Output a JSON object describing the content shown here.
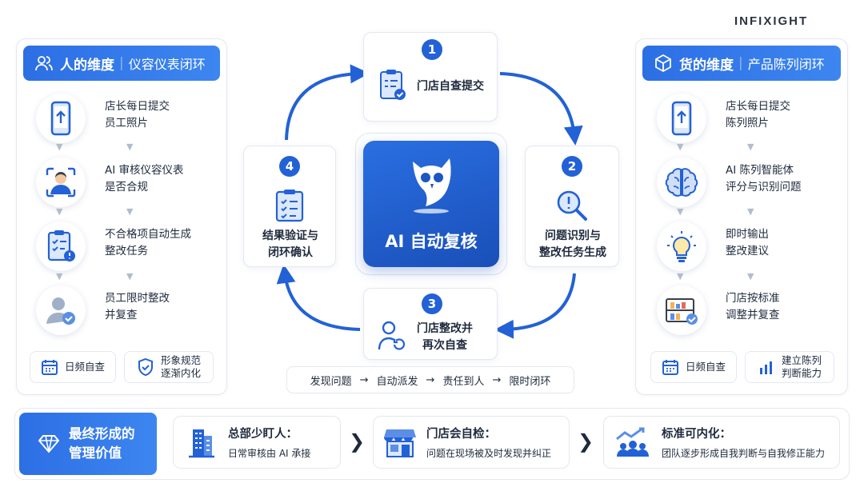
{
  "brand": "INFIXIGHT",
  "left_panel": {
    "title": "人的维度",
    "subtitle": "仪容仪表闭环",
    "steps": [
      {
        "line1": "店长每日提交",
        "line2": "员工照片"
      },
      {
        "line1": "AI 审核仪容仪表",
        "line2": "是否合规"
      },
      {
        "line1": "不合格项自动生成",
        "line2": "整改任务"
      },
      {
        "line1": "员工限时整改",
        "line2": "并复查"
      }
    ],
    "badges": [
      {
        "line1": "日频自查",
        "line2": ""
      },
      {
        "line1": "形象规范",
        "line2": "逐渐内化"
      }
    ]
  },
  "right_panel": {
    "title": "货的维度",
    "subtitle": "产品陈列闭环",
    "steps": [
      {
        "line1": "店长每日提交",
        "line2": "陈列照片"
      },
      {
        "line1": "AI 陈列智能体",
        "line2": "评分与识别问题"
      },
      {
        "line1": "即时输出",
        "line2": "整改建议"
      },
      {
        "line1": "门店按标准",
        "line2": "调整并复查"
      }
    ],
    "badges": [
      {
        "line1": "日频自查",
        "line2": ""
      },
      {
        "line1": "建立陈列",
        "line2": "判断能力"
      }
    ]
  },
  "cycle": {
    "core_label": "AI 自动复核",
    "steps": [
      {
        "num": "1",
        "line1": "门店自查提交",
        "line2": ""
      },
      {
        "num": "2",
        "line1": "问题识别与",
        "line2": "整改任务生成"
      },
      {
        "num": "3",
        "line1": "门店整改并",
        "line2": "再次自查"
      },
      {
        "num": "4",
        "line1": "结果验证与",
        "line2": "闭环确认"
      }
    ],
    "flow": [
      "发现问题",
      "自动派发",
      "责任到人",
      "限时闭环"
    ],
    "flow_arrow": "→"
  },
  "bottom": {
    "value_title_line1": "最终形成的",
    "value_title_line2": "管理价值",
    "items": [
      {
        "title": "总部少盯人：",
        "desc": "日常审核由 AI 承接"
      },
      {
        "title": "门店会自检：",
        "desc": "问题在现场被及时发现并纠正"
      },
      {
        "title": "标准可内化：",
        "desc": "团队逐步形成自我判断与自我修正能力"
      }
    ],
    "chevron": "❯"
  },
  "colors": {
    "primary": "#2361d6",
    "primary_light": "#3d86f0",
    "line": "#e3e8ef",
    "text": "#1f2a3d"
  }
}
